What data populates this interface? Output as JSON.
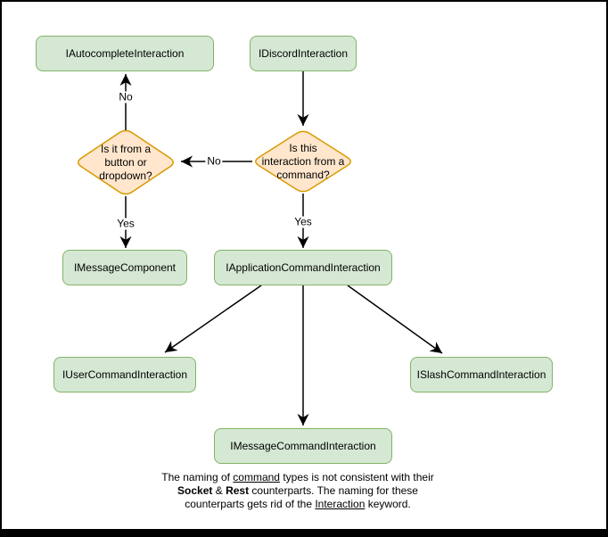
{
  "diagram": {
    "nodes": {
      "autocomplete": {
        "label": "IAutocompleteInteraction"
      },
      "discord": {
        "label": "IDiscordInteraction"
      },
      "message_component": {
        "label": "IMessageComponent"
      },
      "application_command": {
        "label": "IApplicationCommandInteraction"
      },
      "user_command": {
        "label": "IUserCommandInteraction"
      },
      "slash_command": {
        "label": "ISlashCommandInteraction"
      },
      "message_command": {
        "label": "IMessageCommandInteraction"
      }
    },
    "decisions": {
      "from_command": {
        "label": "Is this interaction from a command?",
        "lines": [
          "Is this",
          "interaction from a",
          "command?"
        ]
      },
      "from_button_dropdown": {
        "label": "Is it from a button or dropdown?",
        "lines": [
          "Is it from a",
          "button or",
          "dropdown?"
        ]
      }
    },
    "edge_labels": {
      "no_to_autocomplete": "No",
      "no_to_button_dropdown": "No",
      "yes_to_message_component": "Yes",
      "yes_to_application_command": "Yes"
    },
    "colors": {
      "node_fill": "#d5e8d4",
      "node_stroke": "#82b366",
      "decision_fill": "#ffe6cc",
      "decision_stroke": "#d79b00",
      "edge": "#000000",
      "background": "#ffffff",
      "border": "#000000"
    }
  },
  "footer": {
    "line1": {
      "pre": "The naming of ",
      "underline": "command",
      "post": " types is not consistent with their"
    },
    "line2": {
      "bold1": "Socket",
      "mid": " & ",
      "bold2": "Rest",
      "post": " counterparts. The naming for these"
    },
    "line3": {
      "pre": "counterparts gets rid of the ",
      "underline": "Interaction",
      "post": " keyword."
    }
  }
}
